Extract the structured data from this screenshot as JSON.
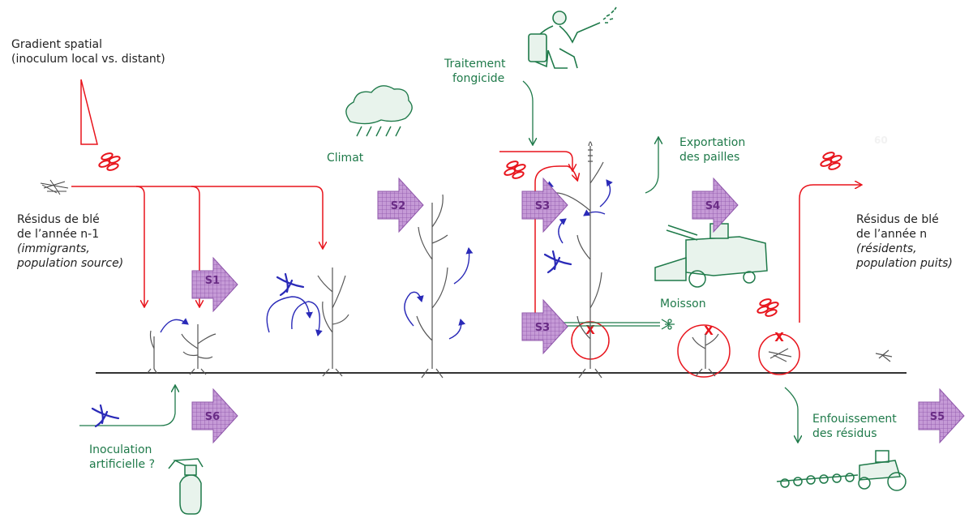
{
  "labels": {
    "gradient_title": "Gradient spatial",
    "gradient_sub": "(inoculum local vs. distant)",
    "residues_prev_line1": "Résidus de blé",
    "residues_prev_line2": "de l’année n-1",
    "residues_prev_line3": "(immigrants,",
    "residues_prev_line4": "population source)",
    "climate": "Climat",
    "treatment_line1": "Traitement",
    "treatment_line2": "fongicide",
    "export_line1": "Exportation",
    "export_line2": "des pailles",
    "residues_cur_line1": "Résidus de blé",
    "residues_cur_line2": "de l’année n",
    "residues_cur_line3": "(résidents,",
    "residues_cur_line4": "population puits)",
    "harvest": "Moisson",
    "burial_line1": "Enfouissement",
    "burial_line2": "des résidus",
    "inoculation_line1": "Inoculation",
    "inoculation_line2": "artificielle ?",
    "ghost": "60"
  },
  "stages": {
    "s1": "S1",
    "s2": "S2",
    "s3a": "S3",
    "s3b": "S3",
    "s4": "S4",
    "s5": "S5",
    "s6": "S6"
  },
  "colors": {
    "primary_flow": "#e8141c",
    "cycle_arrow": "#2a2ab8",
    "action": "#1f7a4a",
    "stage_arrow": "#b07ac8",
    "plant": "#444444"
  },
  "icons": [
    "residue-icon",
    "spore-cluster-icon",
    "cloud-rain-icon",
    "sprayer-person-icon",
    "combine-harvester-icon",
    "tractor-plough-icon",
    "spray-bottle-icon",
    "spore-ascospore-icon"
  ]
}
